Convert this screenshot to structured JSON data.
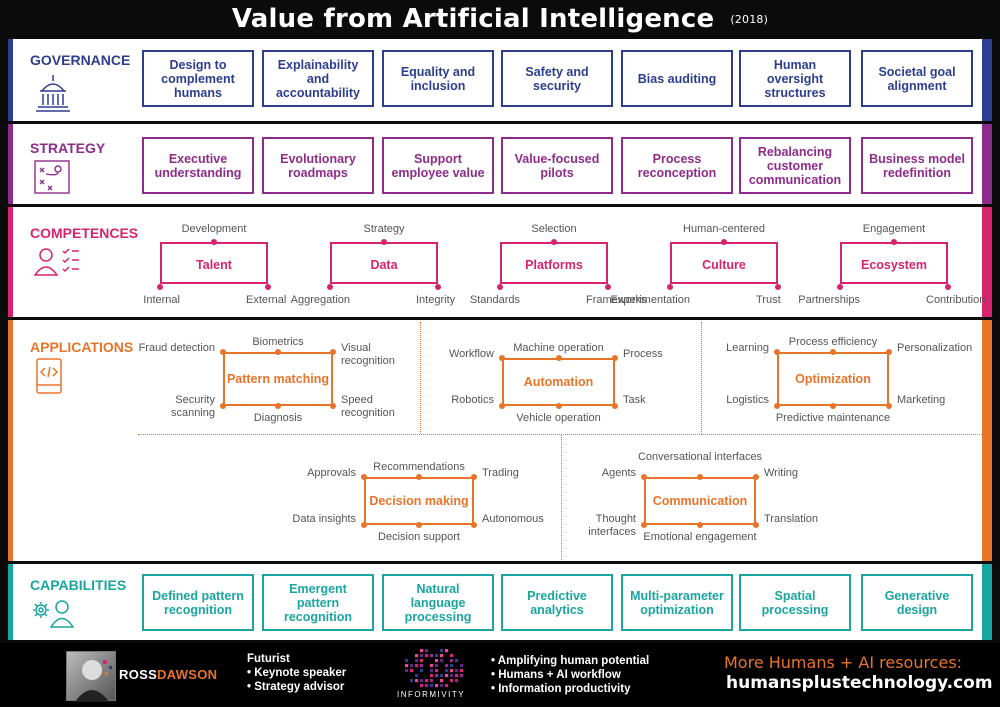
{
  "title": "Value from Artificial Intelligence",
  "year": "(2018)",
  "colors": {
    "governance": "#2d3e8f",
    "strategy": "#8e2c8b",
    "competences": "#d6246e",
    "applications": "#e8742a",
    "capabilities": "#1aa5a1"
  },
  "governance": {
    "label": "GOVERNANCE",
    "icon": "capitol-icon",
    "items": [
      "Design to complement humans",
      "Explainability and accountability",
      "Equality and inclusion",
      "Safety and security",
      "Bias auditing",
      "Human oversight structures",
      "Societal goal alignment"
    ]
  },
  "strategy": {
    "label": "STRATEGY",
    "icon": "playbook-icon",
    "items": [
      "Executive understanding",
      "Evolutionary roadmaps",
      "Support employee value",
      "Value-focused pilots",
      "Process reconception",
      "Rebalancing customer communication",
      "Business model redefinition"
    ]
  },
  "competences": {
    "label": "COMPETENCES",
    "icon": "person-checklist-icon",
    "items": [
      {
        "name": "Talent",
        "top": "Development",
        "left": "Internal",
        "right": "External"
      },
      {
        "name": "Data",
        "top": "Strategy",
        "left": "Aggregation",
        "right": "Integrity"
      },
      {
        "name": "Platforms",
        "top": "Selection",
        "left": "Standards",
        "right": "Frameworks"
      },
      {
        "name": "Culture",
        "top": "Human-centered",
        "left": "Experimentation",
        "right": "Trust"
      },
      {
        "name": "Ecosystem",
        "top": "Engagement",
        "left": "Partnerships",
        "right": "Contribution"
      }
    ]
  },
  "applications": {
    "label": "APPLICATIONS",
    "icon": "phone-code-icon",
    "items": [
      {
        "name": "Pattern matching",
        "top": "Biometrics",
        "bottom": "Diagnosis",
        "tl": "Fraud detection",
        "tr": "Visual recognition",
        "bl": "Security scanning",
        "br": "Speed recognition"
      },
      {
        "name": "Automation",
        "top": "Machine operation",
        "bottom": "Vehicle operation",
        "tl": "Workflow",
        "tr": "Process",
        "bl": "Robotics",
        "br": "Task"
      },
      {
        "name": "Optimization",
        "top": "Process efficiency",
        "bottom": "Predictive maintenance",
        "tl": "Learning",
        "tr": "Personalization",
        "bl": "Logistics",
        "br": "Marketing"
      },
      {
        "name": "Decision making",
        "top": "Recommendations",
        "bottom": "Decision support",
        "tl": "Approvals",
        "tr": "Trading",
        "bl": "Data insights",
        "br": "Autonomous"
      },
      {
        "name": "Communication",
        "top": "Conversational interfaces",
        "bottom": "Emotional engagement",
        "tl": "Agents",
        "tr": "Writing",
        "bl": "Thought interfaces",
        "br": "Translation"
      }
    ]
  },
  "capabilities": {
    "label": "CAPABILITIES",
    "icon": "gear-people-icon",
    "items": [
      "Defined pattern recognition",
      "Emergent pattern recognition",
      "Natural language processing",
      "Predictive analytics",
      "Multi-parameter optimization",
      "Spatial processing",
      "Generative design"
    ]
  },
  "footer": {
    "brand": "ROSSDAWSON",
    "brand_a": "ROSS",
    "brand_b": "DAWSON",
    "roles_title": "Futurist",
    "roles": [
      "• Keynote speaker",
      "• Strategy advisor"
    ],
    "informivity": "INFORMIVITY",
    "bullets": [
      "• Amplifying human potential",
      "• Humans + AI workflow",
      "• Information productivity"
    ],
    "cta": "More Humans + AI resources:",
    "url": "humansplustechnology.com"
  }
}
